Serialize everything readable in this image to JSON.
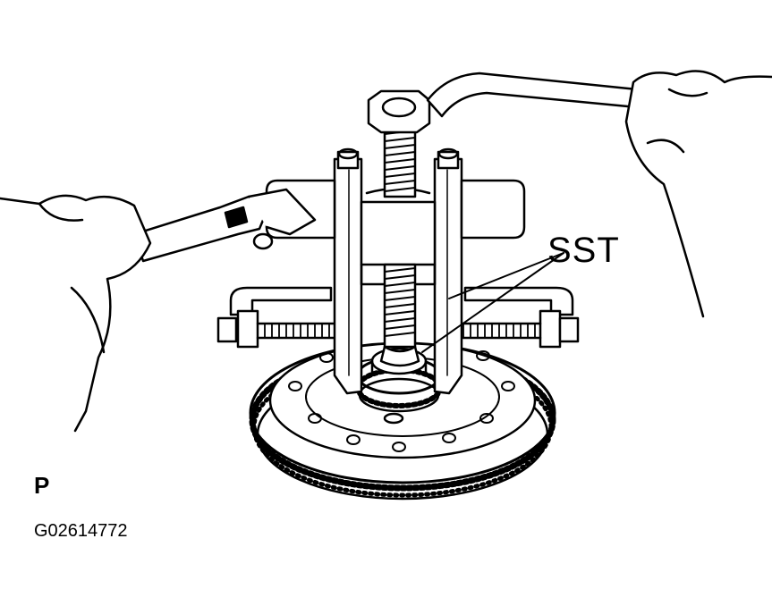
{
  "callout_label": "SST",
  "marker_letter": "P",
  "figure_id": "G02614772",
  "colors": {
    "line": "#000000",
    "background": "#ffffff"
  }
}
